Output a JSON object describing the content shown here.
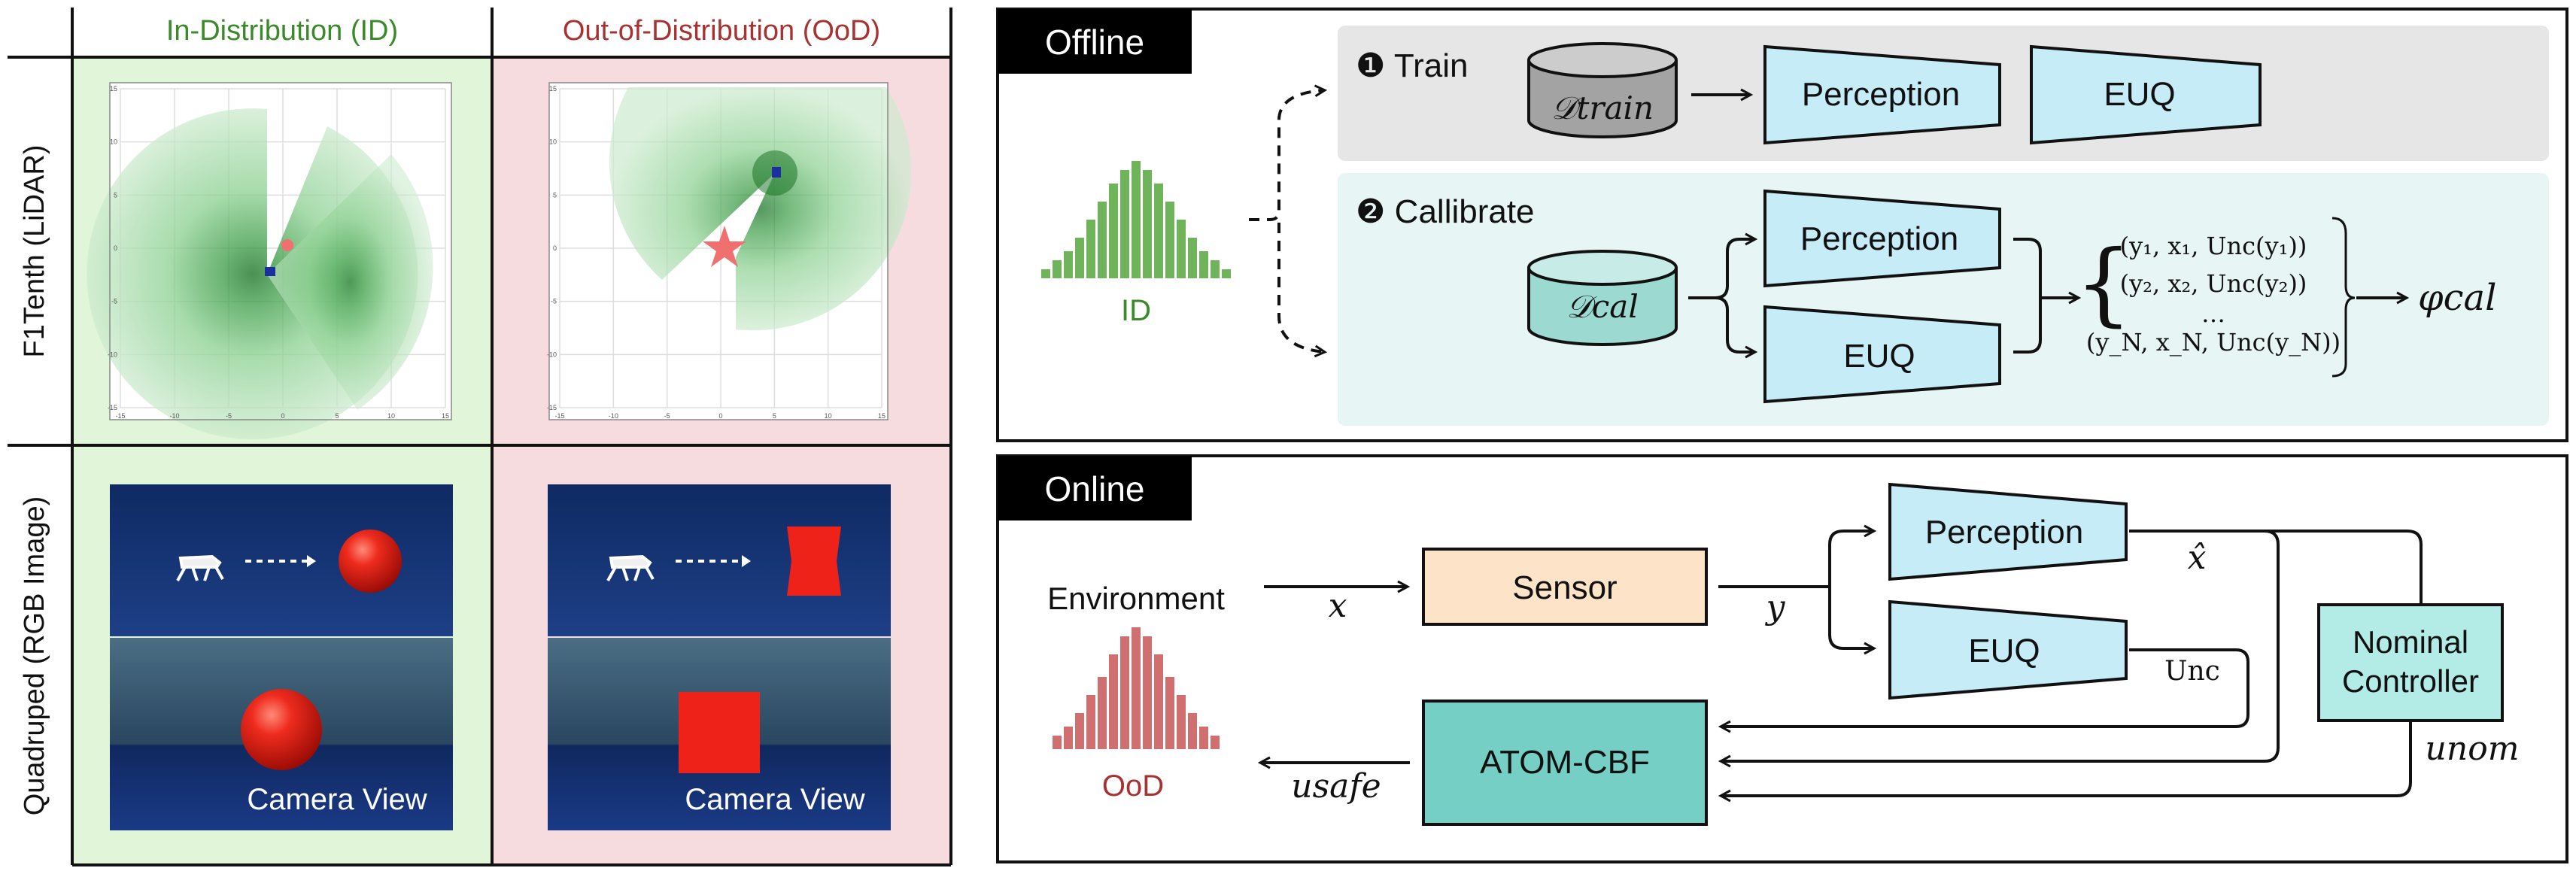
{
  "grid": {
    "col_header_id": "In-Distribution (ID)",
    "col_header_ood": "Out-of-Distribution (OoD)",
    "row_label_f1tenth": "F1Tenth (LiDAR)",
    "row_label_quadruped": "Quadruped (RGB Image)",
    "camera_view_label": "Camera View",
    "plot_ticks": [
      "-15",
      "-10",
      "-5",
      "0",
      "5",
      "10",
      "15"
    ]
  },
  "offline": {
    "title": "Offline",
    "dist_label": "ID",
    "dist_bars": [
      2,
      4,
      6,
      9,
      13,
      17,
      21,
      24,
      26,
      24,
      21,
      17,
      13,
      9,
      6,
      4,
      2
    ],
    "train": {
      "step_label": "❶ Train",
      "dataset": "𝒟train",
      "perception": "Perception",
      "euq": "EUQ"
    },
    "calibrate": {
      "step_label": "❷ Callibrate",
      "dataset": "𝒟cal",
      "perception": "Perception",
      "euq": "EUQ",
      "set_lines": [
        "(y₁, x₁, Unc(y₁))",
        "(y₂, x₂, Unc(y₂))",
        "…",
        "(y_N, x_N, Unc(y_N))"
      ],
      "output": "φcal"
    }
  },
  "online": {
    "title": "Online",
    "environment": "Environment",
    "dist_label": "OoD",
    "dist_bars": [
      3,
      5,
      8,
      12,
      16,
      21,
      25,
      27,
      25,
      21,
      16,
      12,
      8,
      5,
      3
    ],
    "sensor": "Sensor",
    "perception": "Perception",
    "euq": "EUQ",
    "controller": [
      "Nominal",
      "Controller"
    ],
    "atom": "ATOM-CBF",
    "var_x": "x",
    "var_y": "y",
    "var_xhat": "x̂",
    "var_unc": "Unc",
    "var_unom": "unom",
    "var_usafe": "usafe"
  },
  "colors": {
    "id_green": "#3a8a2a",
    "ood_red": "#a83232",
    "perception_fill": "#c6ecf8",
    "sensor_fill": "#fde3c8",
    "teal": "#76cfc4",
    "controller_fill": "#b3ebe7"
  }
}
